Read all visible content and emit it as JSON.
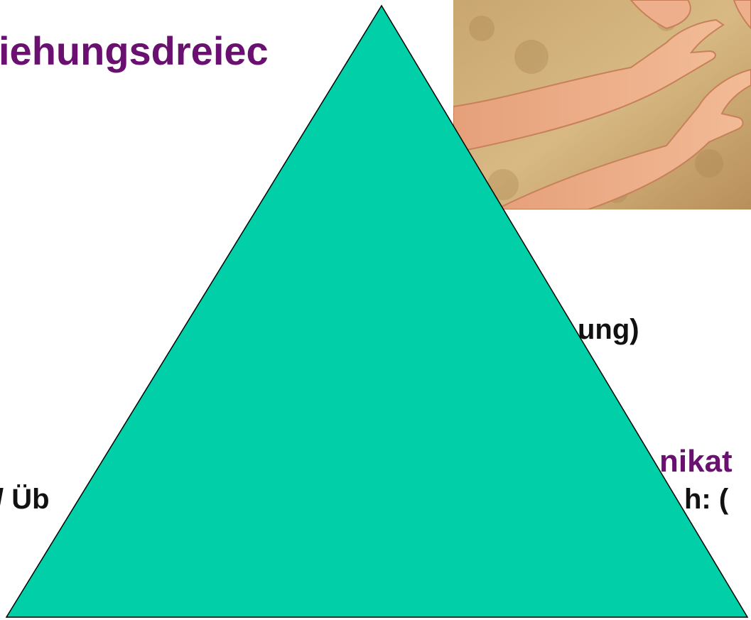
{
  "slide": {
    "title_fragment": "iehungsdreiec",
    "body_fragment": "ung)",
    "purple_fragment": "nikat",
    "bottom_left_fragment": "/ Üb",
    "bottom_right_fragment": "h: ("
  },
  "photo": {
    "icon": "sand-hands-photo"
  },
  "shapes": {
    "triangle": {
      "fill": "#00cfa8",
      "stroke": "#000000"
    }
  },
  "colors": {
    "title": "#6a1070",
    "body": "#111111",
    "accent": "#6a1070"
  }
}
